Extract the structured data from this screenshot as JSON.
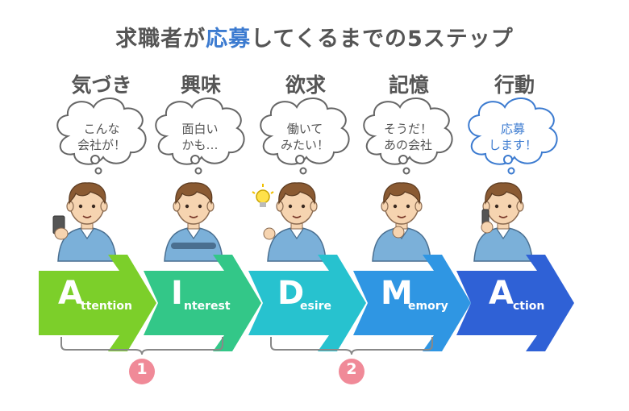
{
  "title": {
    "prefix": "求職者が",
    "highlight": "応募",
    "suffix": "してくるまでの5ステップ"
  },
  "steps": [
    {
      "label": "気づき",
      "bubble_line1": "こんな",
      "bubble_line2": "会社が！",
      "letter": "A",
      "rest": "ttention",
      "color": "#7ccf2a",
      "action_blue": false
    },
    {
      "label": "興味",
      "bubble_line1": "面白い",
      "bubble_line2": "かも…",
      "letter": "I",
      "rest": "nterest",
      "color": "#33c788",
      "action_blue": false
    },
    {
      "label": "欲求",
      "bubble_line1": "働いて",
      "bubble_line2": "みたい！",
      "letter": "D",
      "rest": "esire",
      "color": "#27c2cf",
      "action_blue": false
    },
    {
      "label": "記憶",
      "bubble_line1": "そうだ！",
      "bubble_line2": "あの会社",
      "letter": "M",
      "rest": "emory",
      "color": "#2f96e3",
      "action_blue": false
    },
    {
      "label": "行動",
      "bubble_line1": "応募",
      "bubble_line2": "します！",
      "letter": "A",
      "rest": "ction",
      "color": "#2f61d6",
      "action_blue": true
    }
  ],
  "groups": [
    {
      "number": "1"
    },
    {
      "number": "2"
    }
  ],
  "colors": {
    "text": "#555555",
    "accent": "#3c7bd0",
    "badge": "#f08a98",
    "bubble_stroke": "#666666",
    "bubble_stroke_blue": "#3c7bd0",
    "brace": "#888888",
    "shirt": "#7bb0d9",
    "skin": "#f6d4b0",
    "hair": "#8a5a32"
  }
}
